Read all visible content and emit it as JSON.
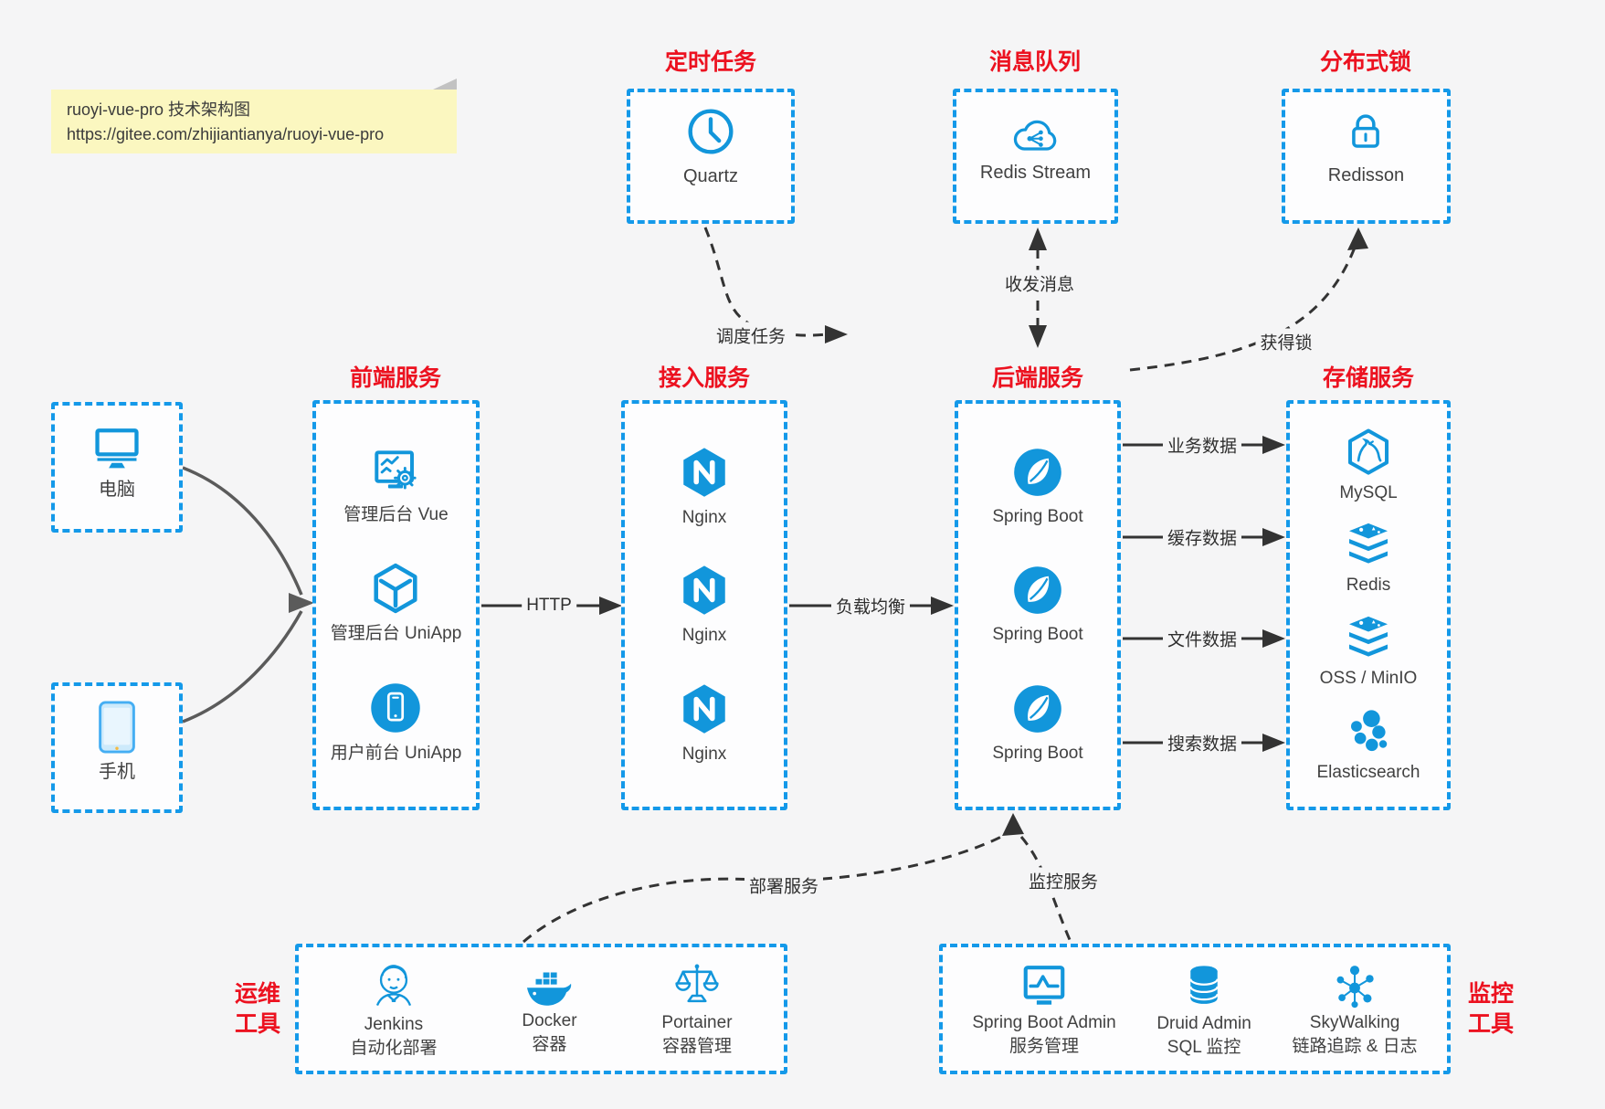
{
  "note": {
    "line1": "ruoyi-vue-pro 技术架构图",
    "line2": "https://gitee.com/zhijiantianya/ruoyi-vue-pro"
  },
  "colors": {
    "accent_blue": "#1499e9",
    "icon_blue": "#1296db",
    "title_red": "#ec1220",
    "note_yellow": "#fbf7c0",
    "arrow_dark": "#333333",
    "client_arrow_gray": "#5b5b5b",
    "background": "#f5f5f6"
  },
  "top_groups": [
    {
      "title": "定时任务",
      "item": {
        "icon": "clock-icon",
        "label": "Quartz"
      }
    },
    {
      "title": "消息队列",
      "item": {
        "icon": "cloud-stream-icon",
        "label": "Redis Stream"
      }
    },
    {
      "title": "分布式锁",
      "item": {
        "icon": "lock-icon",
        "label": "Redisson"
      }
    }
  ],
  "clients": [
    {
      "icon": "desktop-icon",
      "label": "电脑"
    },
    {
      "icon": "smartphone-icon",
      "label": "手机"
    }
  ],
  "columns": {
    "frontend": {
      "title": "前端服务",
      "items": [
        {
          "icon": "admin-dashboard-icon",
          "label": "管理后台 Vue"
        },
        {
          "icon": "uniapp-cube-icon",
          "label": "管理后台 UniApp"
        },
        {
          "icon": "mobile-app-icon",
          "label": "用户前台 UniApp"
        }
      ]
    },
    "gateway": {
      "title": "接入服务",
      "items": [
        {
          "icon": "nginx-icon",
          "label": "Nginx"
        },
        {
          "icon": "nginx-icon",
          "label": "Nginx"
        },
        {
          "icon": "nginx-icon",
          "label": "Nginx"
        }
      ]
    },
    "backend": {
      "title": "后端服务",
      "items": [
        {
          "icon": "spring-boot-icon",
          "label": "Spring Boot"
        },
        {
          "icon": "spring-boot-icon",
          "label": "Spring Boot"
        },
        {
          "icon": "spring-boot-icon",
          "label": "Spring Boot"
        }
      ]
    },
    "storage": {
      "title": "存储服务",
      "items": [
        {
          "icon": "mysql-icon",
          "label": "MySQL"
        },
        {
          "icon": "redis-icon",
          "label": "Redis"
        },
        {
          "icon": "oss-minio-icon",
          "label": "OSS / MinIO"
        },
        {
          "icon": "elasticsearch-icon",
          "label": "Elasticsearch"
        }
      ]
    }
  },
  "edges": {
    "http": "HTTP",
    "load_balance": "负载均衡",
    "schedule": "调度任务",
    "messages": "收发消息",
    "lock": "获得锁",
    "business_data": "业务数据",
    "cache_data": "缓存数据",
    "file_data": "文件数据",
    "search_data": "搜索数据",
    "deploy": "部署服务",
    "monitor": "监控服务"
  },
  "bottom_groups": [
    {
      "title_line1": "运维",
      "title_line2": "工具",
      "items": [
        {
          "icon": "jenkins-icon",
          "label": "Jenkins",
          "sublabel": "自动化部署"
        },
        {
          "icon": "docker-icon",
          "label": "Docker",
          "sublabel": "容器"
        },
        {
          "icon": "portainer-icon",
          "label": "Portainer",
          "sublabel": "容器管理"
        }
      ]
    },
    {
      "title_line1": "监控",
      "title_line2": "工具",
      "items": [
        {
          "icon": "spring-boot-admin-icon",
          "label": "Spring Boot Admin",
          "sublabel": "服务管理"
        },
        {
          "icon": "druid-icon",
          "label": "Druid Admin",
          "sublabel": "SQL 监控"
        },
        {
          "icon": "skywalking-icon",
          "label": "SkyWalking",
          "sublabel": "链路追踪 & 日志"
        }
      ]
    }
  ]
}
